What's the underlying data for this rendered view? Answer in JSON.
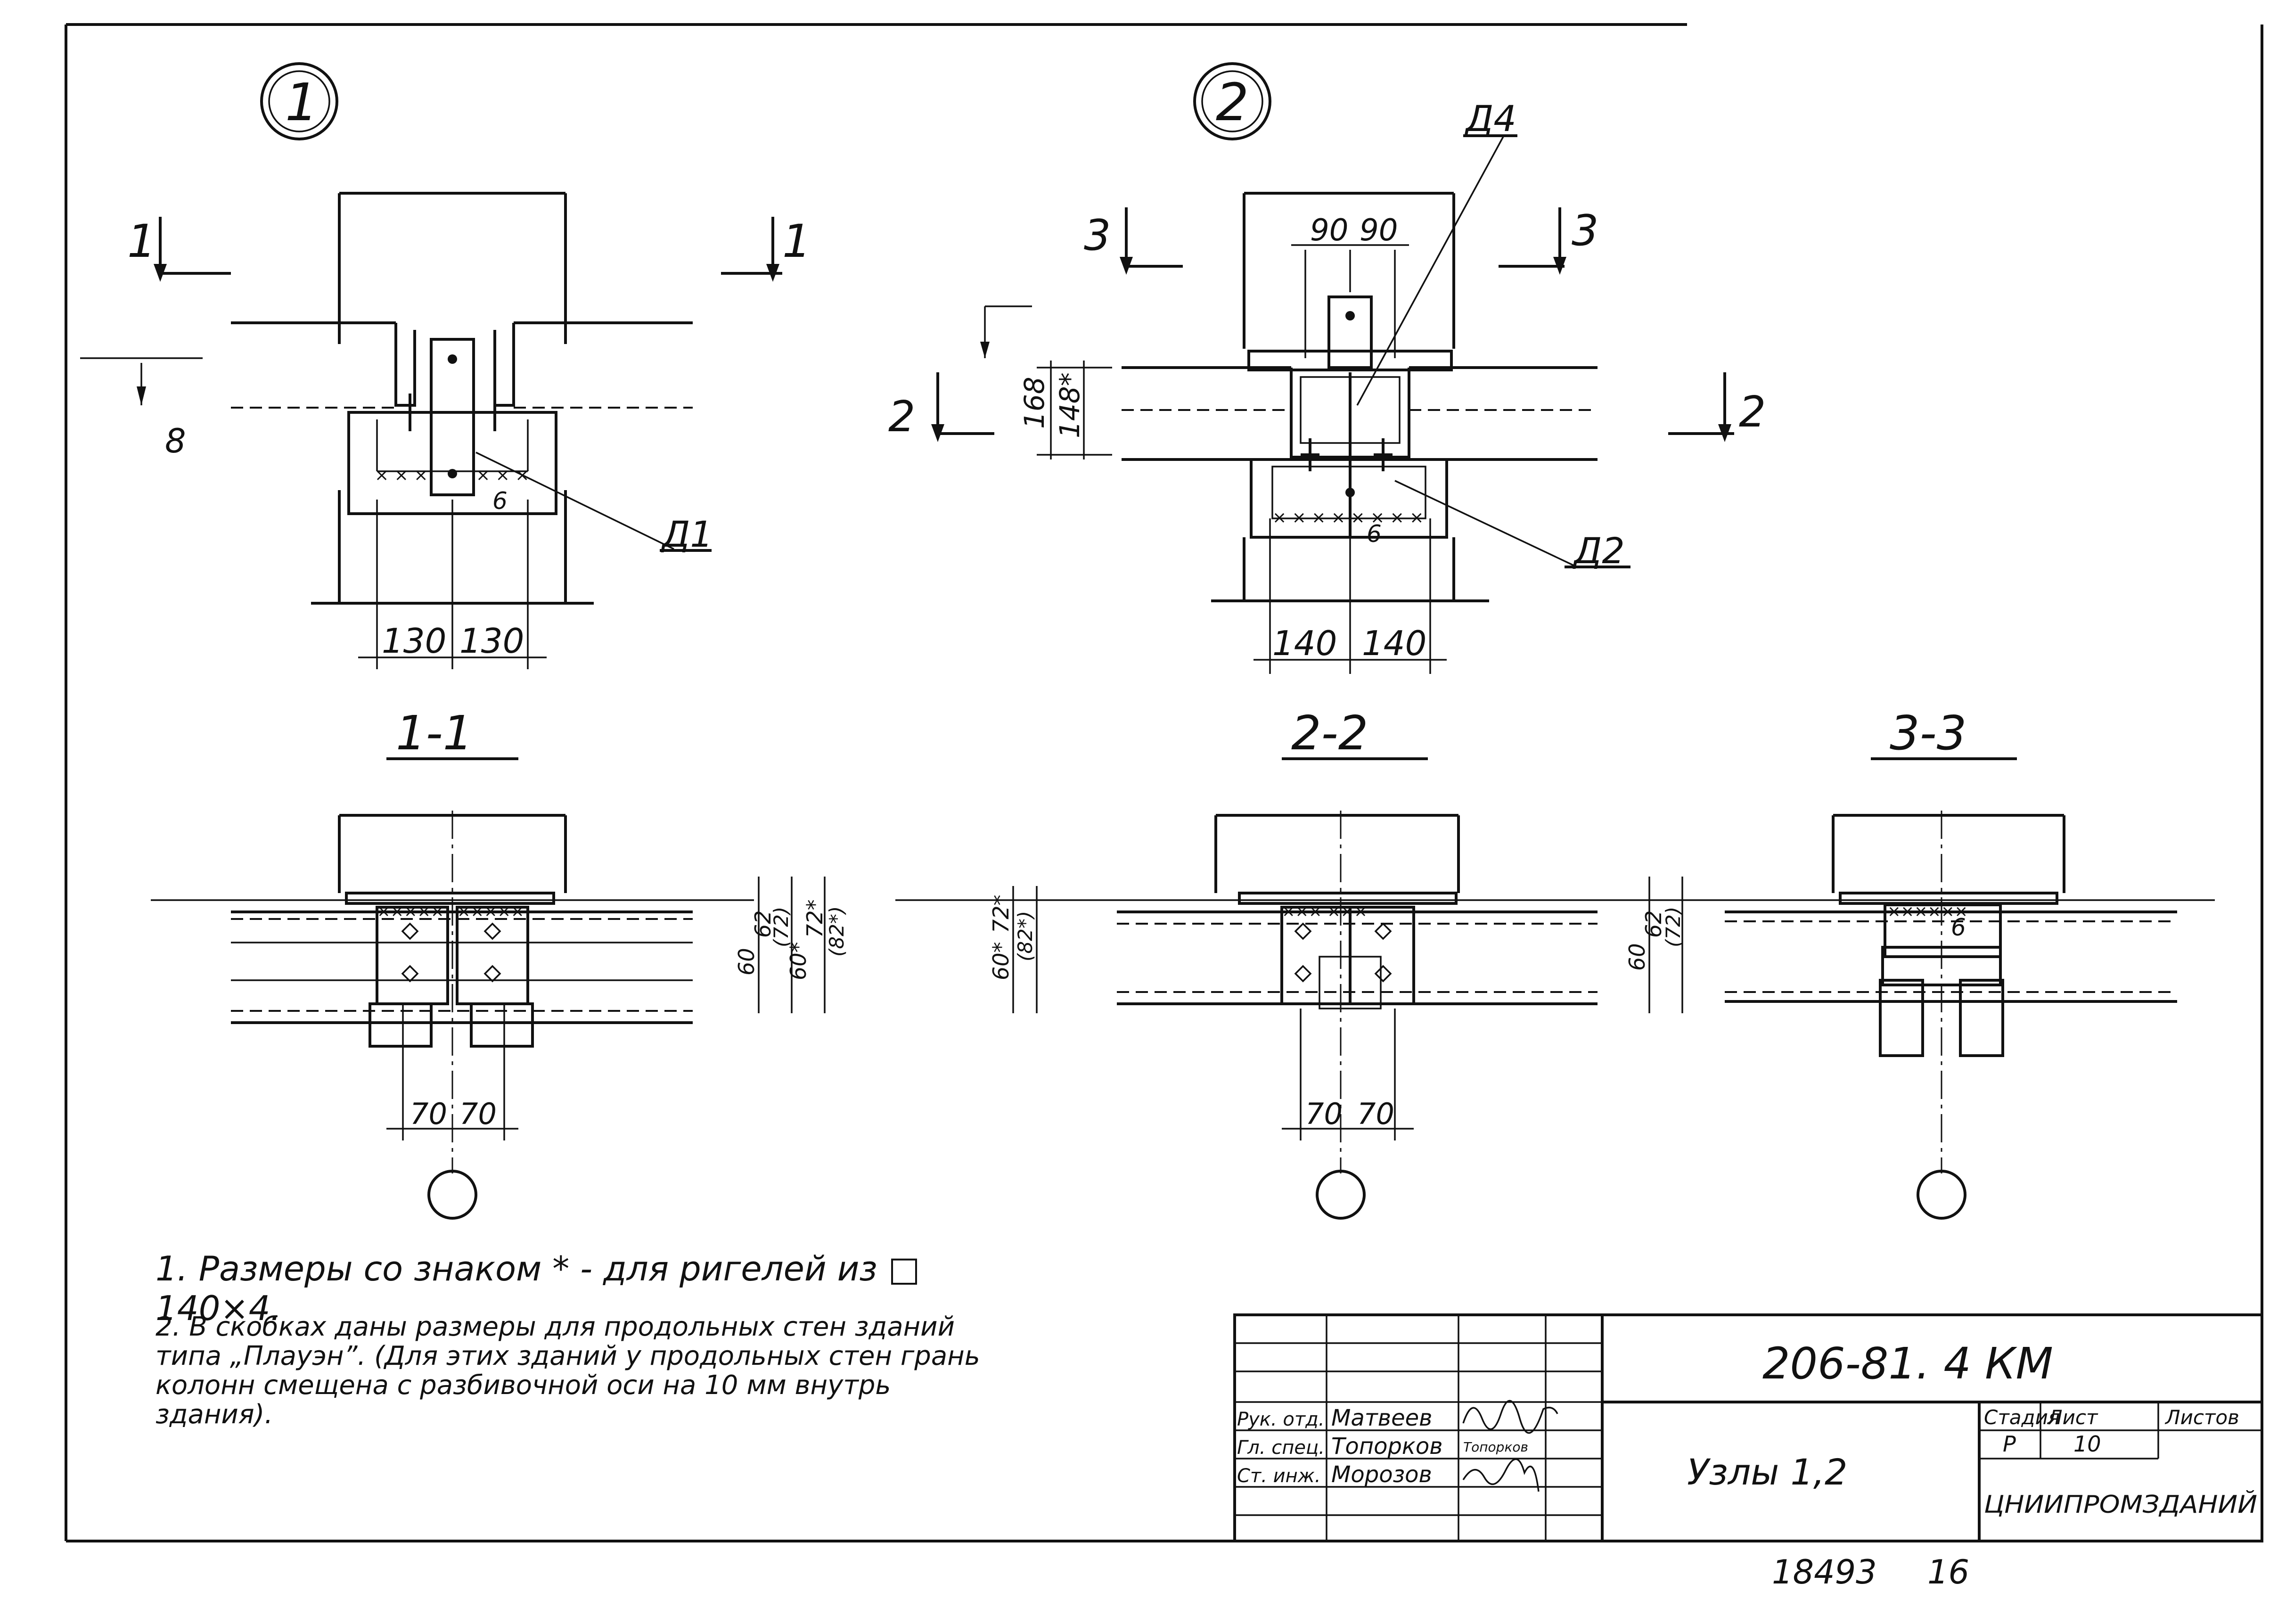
{
  "drawing": {
    "node_markers": [
      "1",
      "2"
    ],
    "node1": {
      "section_mark": "1",
      "part_label": "Д1",
      "dim_left": "130",
      "dim_right": "130",
      "dim_small": "8",
      "weld_label": "6"
    },
    "node2": {
      "section_mark_left": "3",
      "section_mark_right": "3",
      "section_mark_side": "2",
      "part_label_top": "Д4",
      "part_label_bottom": "Д2",
      "dim_top_left": "90",
      "dim_top_right": "90",
      "dim_height_outer": "168",
      "dim_height_inner": "148*",
      "dim_left": "140",
      "dim_right": "140",
      "weld_label": "6"
    },
    "sections": [
      {
        "title": "1-1",
        "dim_left": "70",
        "dim_right": "70",
        "side_dims": [
          "60",
          "62",
          "(72)",
          "60*",
          "72*",
          "(82*)"
        ]
      },
      {
        "title": "2-2",
        "dim_left": "70",
        "dim_right": "70",
        "side_dims_left": [
          "60*",
          "72*",
          "(82*)"
        ],
        "side_dims_right": [
          "60",
          "62",
          "(72)"
        ]
      },
      {
        "title": "3-3",
        "weld_label": "6"
      }
    ]
  },
  "notes": [
    "1. Размеры со знаком * - для ригелей из □ 140×4.",
    "2. В скобках даны размеры для продольных стен зданий типа „Плауэн”. (Для этих зданий у продольных стен грань колонн смещена с разбивочной оси на 10 мм внутрь здания)."
  ],
  "title_block": {
    "code": "206-81. 4 КМ",
    "sheet_title": "Узлы 1,2",
    "stage_label": "Стадия",
    "sheet_label": "Лист",
    "sheets_label": "Листов",
    "stage_value": "Р",
    "sheet_value": "10",
    "organization": "ЦНИИПРОМЗДАНИЙ",
    "roles": [
      {
        "role": "Рук. отд.",
        "name": "Матвеев"
      },
      {
        "role": "Гл. спец.",
        "name": "Топорков"
      },
      {
        "role": "Ст. инж.",
        "name": "Морозов"
      }
    ],
    "signature_text": "Топорков"
  },
  "footer": {
    "archive_number": "18493",
    "page_number": "16"
  }
}
